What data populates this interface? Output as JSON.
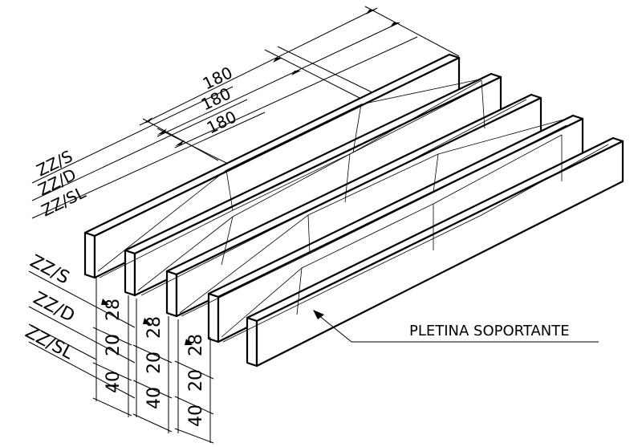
{
  "drawing": {
    "top_dimensions": [
      "180",
      "180",
      "180"
    ],
    "top_types": [
      "ZZ/S",
      "ZZ/D",
      "ZZ/SL"
    ],
    "left_types": [
      "ZZ/S",
      "ZZ/D",
      "ZZ/SL"
    ],
    "column_values": [
      "28",
      "20",
      "40"
    ],
    "callout_label": "PLETINA SOPORTANTE"
  }
}
